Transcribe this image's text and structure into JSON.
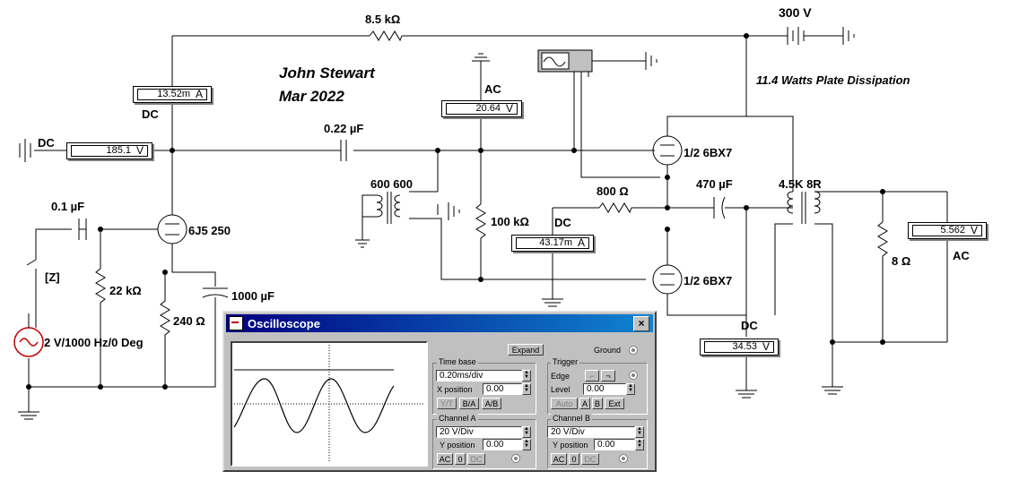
{
  "author": {
    "name": "John Stewart",
    "date": "Mar 2022"
  },
  "note": "11.4 Watts Plate Dissipation",
  "supply": {
    "label": "300 V"
  },
  "components": {
    "r_plate": "8.5 kΩ",
    "c_coupling": "0.22 µF",
    "c_input": "0.1 µF",
    "r_grid": "22 kΩ",
    "r_cathode": "240 Ω",
    "c_cathode": "1000 µF",
    "source": "2 V/1000 Hz/0 Deg",
    "switch_key": "[Z]",
    "triode1": "6J5 250",
    "transformer_in": "600 600",
    "r_100k": "100 kΩ",
    "r_800": "800 Ω",
    "c_470": "470 µF",
    "triode2": "1/2 6BX7",
    "triode3": "1/2 6BX7",
    "transformer_out": "4.5K 8R",
    "r_load": "8 Ω"
  },
  "meters": {
    "m1": {
      "value": "13.52m",
      "unit": "A",
      "mode": "DC"
    },
    "m2": {
      "value": "185.1",
      "unit": "V",
      "mode": "DC"
    },
    "m3": {
      "value": "20.64",
      "unit": "V",
      "mode": "AC"
    },
    "m4": {
      "value": "43.17m",
      "unit": "A",
      "mode": "DC"
    },
    "m5": {
      "value": "5.562",
      "unit": "V",
      "mode": "AC"
    },
    "m6": {
      "value": "34.53",
      "unit": "V",
      "mode": "DC"
    }
  },
  "oscilloscope": {
    "title": "Oscilloscope",
    "close": "×",
    "expand": "Expand",
    "ground": "Ground",
    "timebase": {
      "label": "Time base",
      "value": "0.20ms/div",
      "xpos_label": "X position",
      "xpos_value": "0.00",
      "modes": [
        "Y/T",
        "B/A",
        "A/B"
      ]
    },
    "trigger": {
      "label": "Trigger",
      "edge_label": "Edge",
      "level_label": "Level",
      "level_value": "0.00",
      "modes": [
        "Auto",
        "A",
        "B",
        "Ext"
      ]
    },
    "channel_a": {
      "label": "Channel A",
      "value": "20 V/Div",
      "ypos_label": "Y position",
      "ypos_value": "0.00",
      "coupling": [
        "AC",
        "0",
        "DC"
      ]
    },
    "channel_b": {
      "label": "Channel B",
      "value": "20 V/Div",
      "ypos_label": "Y position",
      "ypos_value": "0.00",
      "coupling": [
        "AC",
        "0",
        "DC"
      ]
    }
  }
}
